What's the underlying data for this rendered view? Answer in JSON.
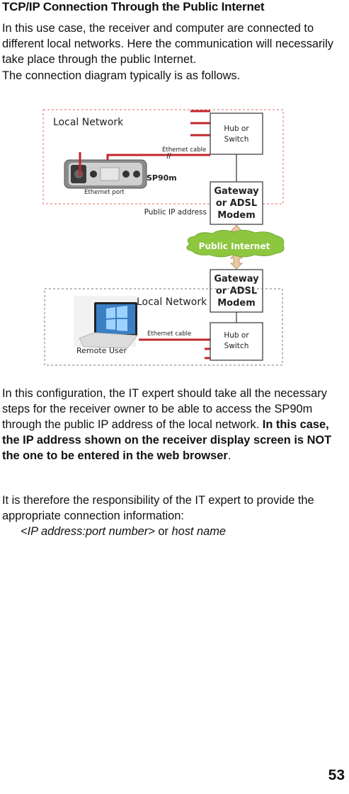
{
  "heading": "TCP/IP Connection Through the Public Internet",
  "intro": "In this use case, the receiver and computer are connected to different local networks. Here the communication will necessarily take place through the public Internet.",
  "diagram_caption": "The connection diagram typically is as follows.",
  "diagram": {
    "top": {
      "local_network": "Local Network",
      "hub": [
        "Hub or",
        "Switch"
      ],
      "ethernet_cable": "Ethernet cable",
      "device": "SP90m",
      "ethernet_port": "Ethernet port",
      "gateway": [
        "Gateway",
        "or ADSL",
        "Modem"
      ],
      "public_ip": "Public IP address"
    },
    "internet": "Public Internet",
    "bottom": {
      "gateway": [
        "Gateway",
        "or ADSL",
        "Modem"
      ],
      "local_network": "Local Network",
      "ethernet_cable": "Ethernet cable",
      "hub": [
        "Hub or",
        "Switch"
      ],
      "remote_user": "Remote User"
    },
    "colors": {
      "cable": "#c0272d",
      "arrow": "#e8c9a4",
      "cloud": "#8dc63f"
    }
  },
  "config_para": {
    "text": "In this configuration, the IT expert should take all the necessary steps for the receiver owner to be able to access the SP90m through the public IP address of the local network. ",
    "bold": "In this case, the IP address shown on the receiver display screen is NOT the one to be entered in the web browser",
    "end": "."
  },
  "responsibility": "It is therefore the responsibility of the IT expert to provide the appropriate connection information:",
  "connection_format": {
    "addr": "<IP address:port number>",
    "or": " or ",
    "host": "host name"
  },
  "page_number": "53"
}
